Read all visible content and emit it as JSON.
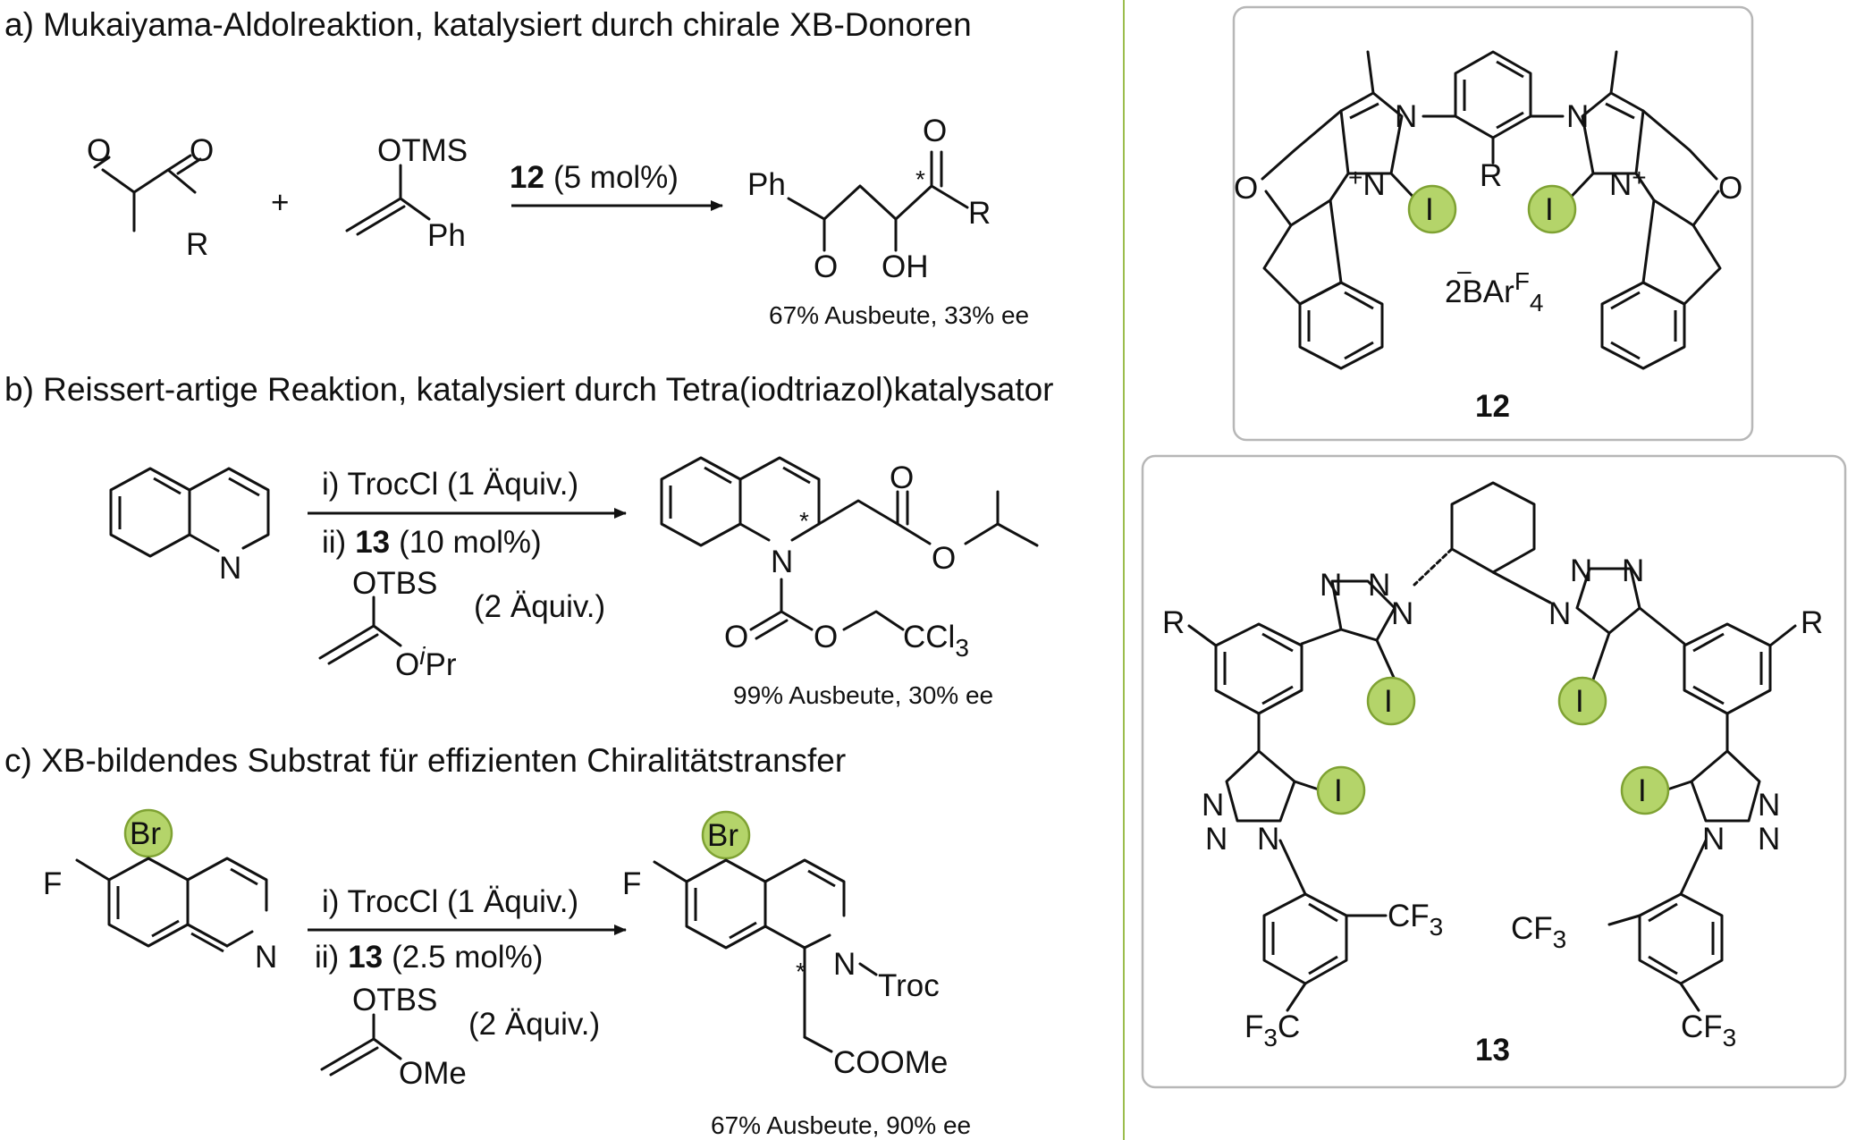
{
  "section_a": {
    "header": "a) Mukaiyama-Aldolreaktion, katalysiert durch chirale XB-Donoren",
    "catalyst_ref": "12",
    "conditions": "(5 mol%)",
    "reagent_label": "OTMS",
    "yield": "67% Ausbeute, 33% ee"
  },
  "section_b": {
    "header": "b) Reissert-artige Reaktion, katalysiert durch Tetra(iodtriazol)katalysator",
    "step1": "i) TrocCl (1 Äquiv.)",
    "step2_prefix": "ii)",
    "step2_ref": "13",
    "step2_rest": "(10 mol%)",
    "reagent_label": "OTBS",
    "equiv": "(2 Äquiv.)",
    "yield": "99% Ausbeute, 30% ee"
  },
  "section_c": {
    "header": "c) XB-bildendes Substrat für effizienten Chiralitätstransfer",
    "step1": "i) TrocCl (1 Äquiv.)",
    "step2_prefix": "ii)",
    "step2_ref": "13",
    "step2_rest": "(2.5 mol%)",
    "reagent_label": "OTBS",
    "equiv": "(2 Äquiv.)",
    "yield": "67% Ausbeute, 90% ee"
  },
  "catalysts": {
    "c12_label": "12",
    "c13_label": "13"
  },
  "colors": {
    "halogen_ball": "#b4d46a",
    "divider": "#9bbd4c",
    "panel_border": "#b7b7b7"
  }
}
